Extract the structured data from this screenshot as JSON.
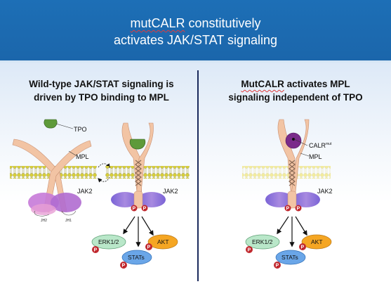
{
  "header": {
    "line1_prefix": "",
    "line1_term": "mutCALR",
    "line1_suffix": " constitutively",
    "line2": "activates JAK/STAT signaling"
  },
  "left_panel": {
    "title_line1": "Wild-type JAK/STAT signaling is",
    "title_line2": "driven by TPO binding to MPL",
    "labels": {
      "tpo": "TPO",
      "mpl": "MPL",
      "jak2": "JAK2",
      "jh2": "JH2",
      "jh1": "JH1",
      "p": "P"
    },
    "downstream": {
      "erk": "ERK1/2",
      "stats": "STATs",
      "akt": "AKT"
    }
  },
  "right_panel": {
    "title_term": "MutCALR",
    "title_line1_suffix": " activates MPL",
    "title_line2": "signaling independent of TPO",
    "labels": {
      "calr": "CALR",
      "calr_sup": "mut",
      "mpl": "MPL",
      "jak2": "JAK2",
      "p": "P"
    },
    "downstream": {
      "erk": "ERK1/2",
      "stats": "STATs",
      "akt": "AKT"
    }
  },
  "colors": {
    "header_blue": "#1d6fb6",
    "receptor": "#f2c4a4",
    "tpo_green": "#5e9a3a",
    "calr_purple": "#7a2b8a",
    "jak2_purple": "#a88ae0",
    "phospho_red": "#c0282e",
    "erk_green": "#b9e7c9",
    "stats_blue": "#6aa6e8",
    "akt_orange": "#f5a623"
  }
}
